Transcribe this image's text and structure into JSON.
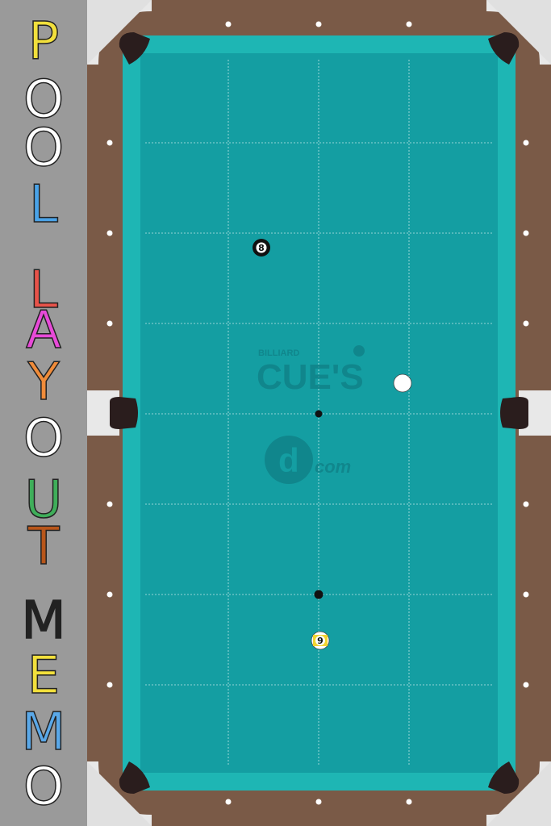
{
  "title_letters": [
    {
      "char": "P",
      "color": "#f2e03c"
    },
    {
      "char": "O",
      "color": "#ffffff"
    },
    {
      "char": "O",
      "color": "#ffffff"
    },
    {
      "char": "L",
      "color": "#4aa3e8"
    },
    {
      "char": "L",
      "color": "#e8534a"
    },
    {
      "char": "A",
      "color": "#e84ad8"
    },
    {
      "char": "Y",
      "color": "#f08c3a"
    },
    {
      "char": "O",
      "color": "#ffffff"
    },
    {
      "char": "U",
      "color": "#3fae5a"
    },
    {
      "char": "T",
      "color": "#b8561a"
    },
    {
      "char": "M",
      "color": "#222222"
    },
    {
      "char": "E",
      "color": "#f2e03c"
    },
    {
      "char": "M",
      "color": "#5aa8e8"
    },
    {
      "char": "O",
      "color": "#ffffff"
    }
  ],
  "watermark": {
    "line1": "BILLIARD",
    "line2": "CUE'S",
    "line3": "com"
  },
  "balls": [
    {
      "label": "8",
      "kind": "eight"
    },
    {
      "label": "",
      "kind": "cue"
    },
    {
      "label": "9",
      "kind": "nine"
    }
  ],
  "colors": {
    "cloth": "#149ea2",
    "cushion": "#1eb6b4",
    "rail_wood": "#7a5a47",
    "corner_metal": "#e8e8e8",
    "pocket": "#2a1d1d",
    "background": "#9b9b9b"
  }
}
